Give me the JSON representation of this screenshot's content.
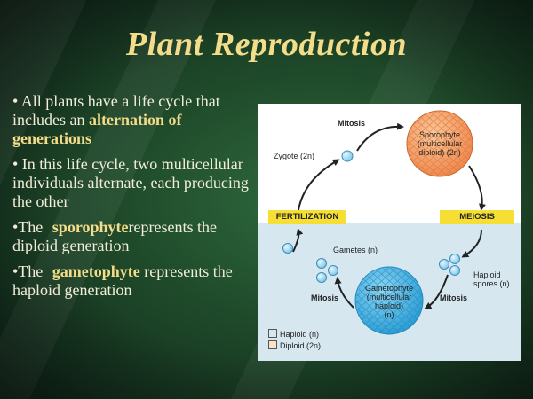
{
  "slide": {
    "title": "Plant Reproduction",
    "bullets": [
      {
        "prefix": "• All plants have a life cycle that includes an ",
        "emphasis": "alternation of generations",
        "suffix": ""
      },
      {
        "prefix": "• In this life cycle, two multicellular individuals alternate, each producing the other",
        "emphasis": "",
        "suffix": ""
      },
      {
        "prefix": "•The ",
        "emphasis": "sporophyte",
        "suffix": "represents the diploid generation"
      },
      {
        "prefix": "•The ",
        "emphasis": "gametophyte",
        "suffix": "represents the haploid generation"
      }
    ]
  },
  "diagram": {
    "mitosis_top": "Mitosis",
    "zygote": "Zygote (2n)",
    "sporophyte": [
      "Sporophyte",
      "(multicellular",
      "diploid) (2n)"
    ],
    "fertilization": "FERTILIZATION",
    "meiosis": "MEIOSIS",
    "gametes": "Gametes (n)",
    "haploid_spores": [
      "Haploid",
      "spores (n)"
    ],
    "mitosis_left": "Mitosis",
    "mitosis_right": "Mitosis",
    "gametophyte": [
      "Gametophyte",
      "(multicellular",
      "haploid)",
      "(n)"
    ],
    "legend": [
      {
        "label": "Haploid (n)",
        "color": "#d6e7f0"
      },
      {
        "label": "Diploid (2n)",
        "color": "#fbe1c9"
      }
    ],
    "colors": {
      "haploid_bg": "#d6e7f0",
      "diploid_bg": "#ffffff",
      "sporophyte_fill": "#f7a56b",
      "gametophyte_fill": "#46b3e3",
      "banner": "#f5df35",
      "title": "#f3dc8a"
    }
  }
}
